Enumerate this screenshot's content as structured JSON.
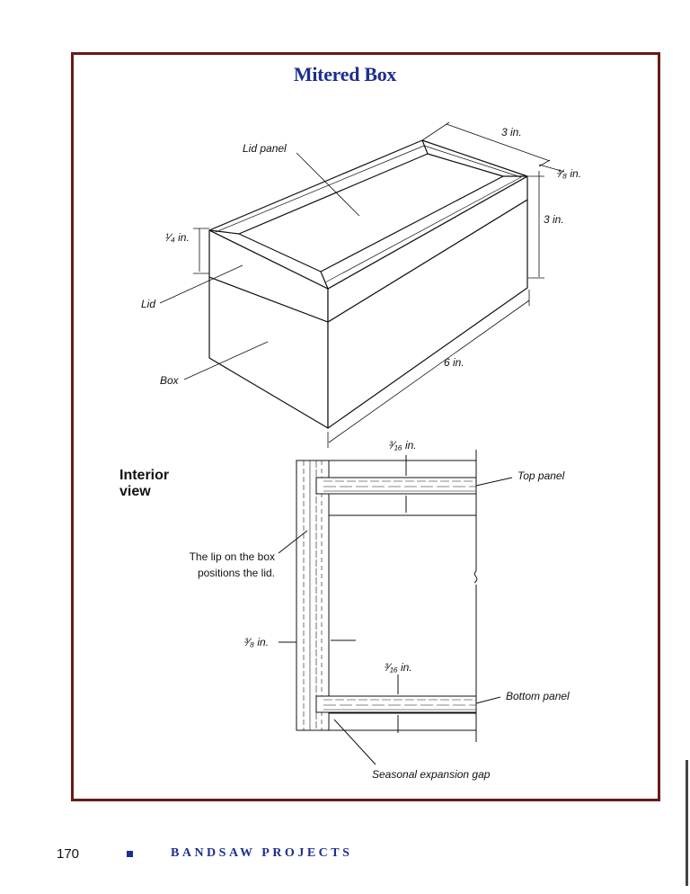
{
  "figure": {
    "title": "Mitered Box",
    "labels": {
      "lid_panel": "Lid panel",
      "three_eighths_top": "³⁄₈ in.",
      "width": "3 in.",
      "height": "3 in.",
      "quarter": "¹⁄₄ in.",
      "lid": "Lid",
      "box": "Box",
      "length": "6 in."
    }
  },
  "interior_view": {
    "heading": "Interior view",
    "top_gap": "³⁄₁₆ in.",
    "top_panel": "Top panel",
    "lip_note": "The lip on the box positions the lid.",
    "lip_width": "³⁄₈ in.",
    "bottom_gap": "³⁄₁₆ in.",
    "bottom_panel": "Bottom panel",
    "expansion_gap": "Seasonal expansion gap"
  },
  "footer": {
    "page_number": "170",
    "book_title": "BANDSAW PROJECTS"
  },
  "colors": {
    "frame": "#6b1a14",
    "title": "#1d2f8f",
    "ink": "#111111"
  }
}
